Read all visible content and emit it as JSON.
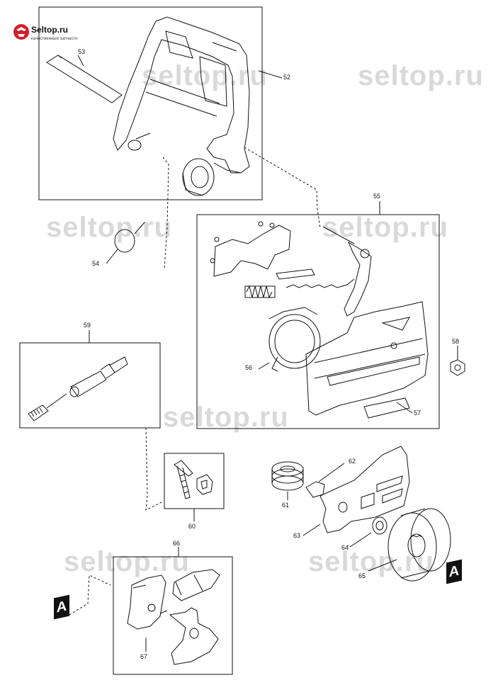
{
  "brand": {
    "name": "Seltop.ru",
    "tagline": "качественные запчасти",
    "watermark": "seltop.ru",
    "logo_color": "#d21f2a"
  },
  "labels": {
    "p52": "52",
    "p53": "53",
    "p54": "54",
    "p55": "55",
    "p56": "56",
    "p57": "57",
    "p58": "58",
    "p59": "59",
    "p60": "60",
    "p61": "61",
    "p62": "62",
    "p63": "63",
    "p64": "64",
    "p65": "65",
    "p66": "66",
    "p67": "67"
  },
  "markers": {
    "left": "A",
    "right": "A"
  }
}
